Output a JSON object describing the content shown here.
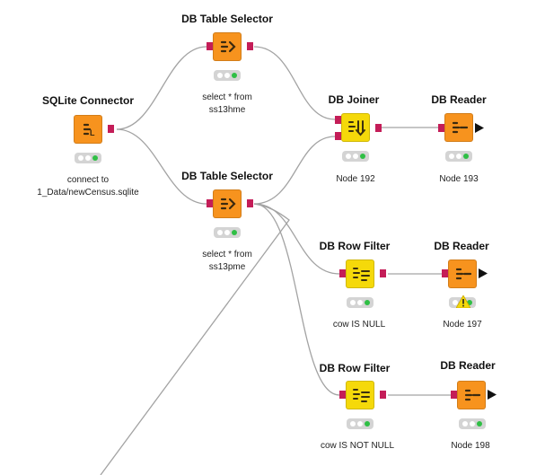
{
  "colors": {
    "source_node": "#f7931e",
    "manipulator_node": "#f5d90a",
    "db_port": "#c41d58",
    "data_port": "#5f1b2a",
    "wire": "#a0a0a0",
    "status_ok": "#2fbf45"
  },
  "nodes": {
    "sqlite_connector": {
      "title": "SQLite Connector",
      "label_line1": "connect to",
      "label_line2": "1_Data/newCensus.sqlite"
    },
    "table_selector_1": {
      "title": "DB Table Selector",
      "label_line1": "select * from",
      "label_line2": "ss13hme"
    },
    "table_selector_2": {
      "title": "DB Table Selector",
      "label_line1": "select * from",
      "label_line2": "ss13pme"
    },
    "joiner": {
      "title": "DB Joiner",
      "label": "Node 192"
    },
    "reader_193": {
      "title": "DB Reader",
      "label": "Node 193"
    },
    "row_filter_1": {
      "title": "DB Row Filter",
      "label": "cow IS NULL"
    },
    "reader_197": {
      "title": "DB Reader",
      "label": "Node 197"
    },
    "row_filter_2": {
      "title": "DB Row Filter",
      "label": "cow IS NOT NULL"
    },
    "reader_198": {
      "title": "DB Reader",
      "label": "Node 198"
    }
  },
  "icons": {
    "connector": "database-connector-icon",
    "selector": "table-selector-icon",
    "joiner": "joiner-icon",
    "reader": "reader-icon",
    "filter": "row-filter-icon",
    "warning": "warning-icon"
  }
}
